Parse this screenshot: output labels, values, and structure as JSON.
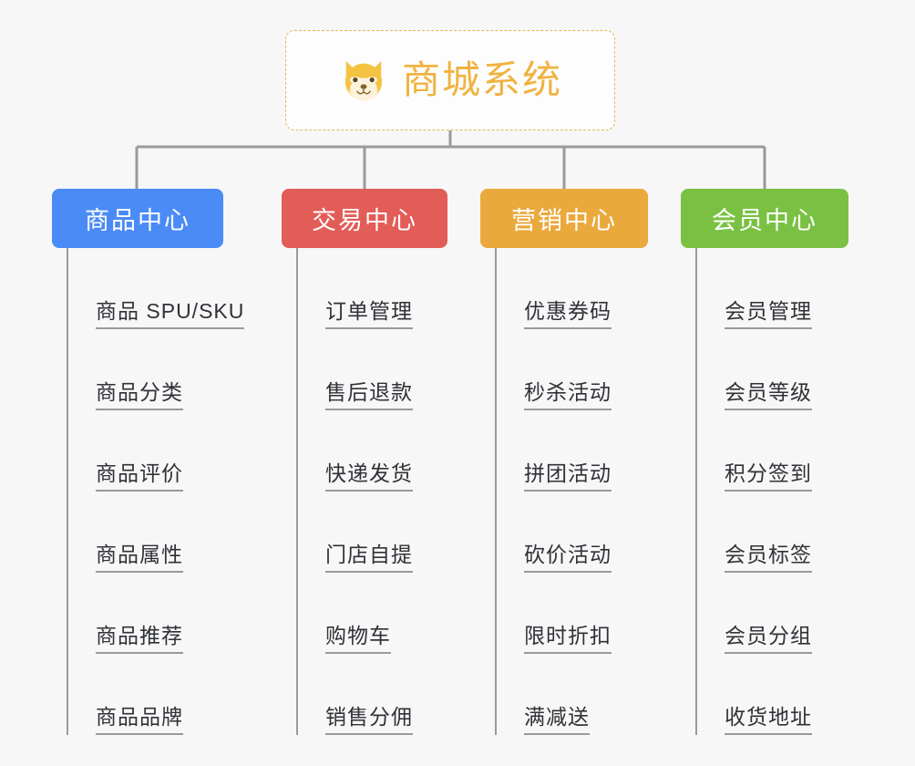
{
  "diagram": {
    "type": "mind-map",
    "background_color": "#f7f7f7",
    "root": {
      "title": "商城系统",
      "icon": "shiba-dog-face-icon",
      "text_color": "#f0b340",
      "border_color": "#eab552",
      "background_color": "#fdfdfd"
    },
    "branches": [
      {
        "label": "商品中心",
        "color": "#4a8bf5",
        "items": [
          "商品 SPU/SKU",
          "商品分类",
          "商品评价",
          "商品属性",
          "商品推荐",
          "商品品牌"
        ]
      },
      {
        "label": "交易中心",
        "color": "#e25c58",
        "items": [
          "订单管理",
          "售后退款",
          "快递发货",
          "门店自提",
          "购物车",
          "销售分佣"
        ]
      },
      {
        "label": "营销中心",
        "color": "#eaa93c",
        "items": [
          "优惠券码",
          "秒杀活动",
          "拼团活动",
          "砍价活动",
          "限时折扣",
          "满减送"
        ]
      },
      {
        "label": "会员中心",
        "color": "#7ac143",
        "items": [
          "会员管理",
          "会员等级",
          "积分签到",
          "会员标签",
          "会员分组",
          "收货地址"
        ]
      }
    ]
  }
}
